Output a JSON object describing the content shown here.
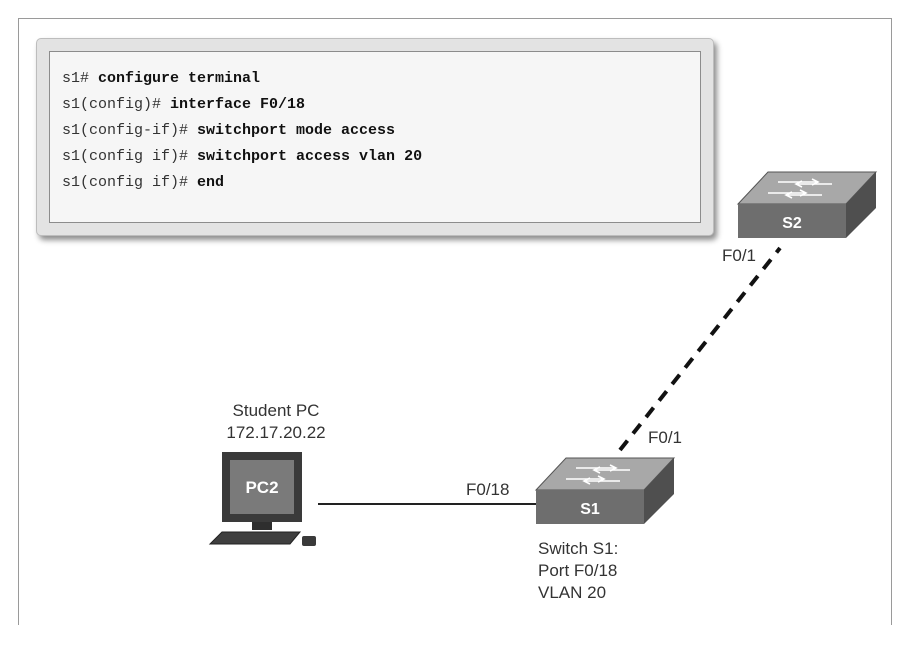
{
  "cli": {
    "lines": [
      {
        "prompt": "s1# ",
        "command": "configure terminal"
      },
      {
        "prompt": "s1(config)# ",
        "command": "interface F0/18"
      },
      {
        "prompt": "s1(config-if)# ",
        "command": "switchport mode access"
      },
      {
        "prompt": "s1(config if)# ",
        "command": "switchport access vlan 20"
      },
      {
        "prompt": "s1(config if)# ",
        "command": "end"
      }
    ]
  },
  "devices": {
    "pc": {
      "label": "PC2",
      "name_line1": "Student PC",
      "name_line2": "172.17.20.22"
    },
    "s1": {
      "label": "S1",
      "caption_line1": "Switch S1:",
      "caption_line2": "Port F0/18",
      "caption_line3": "VLAN 20"
    },
    "s2": {
      "label": "S2"
    }
  },
  "ports": {
    "s2_f01": "F0/1",
    "s1_f01": "F0/1",
    "s1_f018": "F0/18"
  },
  "colors": {
    "switch_top": "#9a9a9a",
    "switch_front": "#6b6b6b",
    "switch_side": "#4f4f4f",
    "pc_screen": "#7a7a7a",
    "link": "#111111"
  }
}
